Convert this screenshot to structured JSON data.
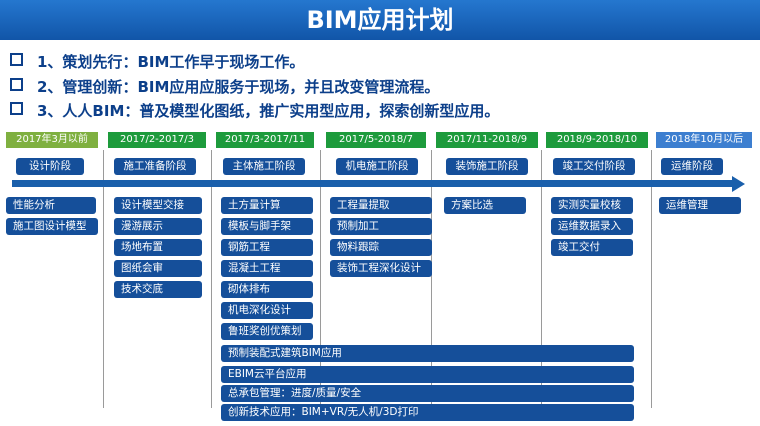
{
  "title": "BIM应用计划",
  "bullets": [
    "1、策划先行：BIM工作早于现场工作。",
    "2、管理创新：BIM应用应服务于现场，并且改变管理流程。",
    "3、人人BIM：普及模型化图纸，推广实用型应用，探索创新型应用。"
  ],
  "phases": [
    {
      "label": "2017年3月以前",
      "color": "#7fb040"
    },
    {
      "label": "2017/2-2017/3",
      "color": "#1d9b3c"
    },
    {
      "label": "2017/3-2017/11",
      "color": "#1d9b3c"
    },
    {
      "label": "2017/5-2018/7",
      "color": "#1d9b3c"
    },
    {
      "label": "2017/11-2018/9",
      "color": "#1d9b3c"
    },
    {
      "label": "2018/9-2018/10",
      "color": "#1d9b3c"
    },
    {
      "label": "2018年10月以后",
      "color": "#3d7fd0"
    }
  ],
  "stages": [
    "设计阶段",
    "施工准备阶段",
    "主体施工阶段",
    "机电施工阶段",
    "装饰施工阶段",
    "竣工交付阶段",
    "运维阶段"
  ],
  "tasks": {
    "design": [
      "性能分析",
      "施工图设计模型"
    ],
    "prep": [
      "设计模型交接",
      "漫游展示",
      "场地布置",
      "图纸会审",
      "技术交底"
    ],
    "main": [
      "土方量计算",
      "模板与脚手架",
      "钢筋工程",
      "混凝土工程",
      "砌体排布",
      "机电深化设计",
      "鲁班奖创优策划"
    ],
    "mep": [
      "工程量提取",
      "预制加工",
      "物料跟踪",
      "装饰工程深化设计"
    ],
    "deco": [
      "方案比选"
    ],
    "handover": [
      "实测实量校核",
      "运维数据录入",
      "竣工交付"
    ],
    "ops": [
      "运维管理"
    ]
  },
  "wide_bars": [
    "预制装配式建筑BIM应用",
    "EBIM云平台应用",
    "总承包管理：进度/质量/安全",
    "创新技术应用：BIM+VR/无人机/3D打印"
  ]
}
